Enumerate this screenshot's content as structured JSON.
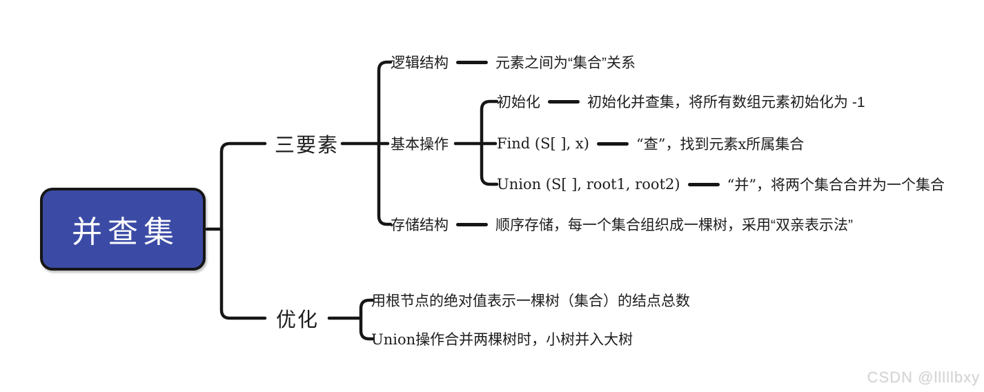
{
  "root": {
    "label": "并查集"
  },
  "branches": {
    "three_elements": {
      "label": "三要素",
      "children": {
        "logical": {
          "label": "逻辑结构",
          "desc": "元素之间为“集合”关系"
        },
        "basic_ops": {
          "label": "基本操作",
          "children": {
            "init": {
              "label": "初始化",
              "desc": "初始化并查集，将所有数组元素初始化为 -1"
            },
            "find": {
              "label": "Find (S[ ], x)",
              "desc": "“查”，找到元素x所属集合"
            },
            "union": {
              "label": "Union (S[ ], root1, root2)",
              "desc": "“并”，将两个集合合并为一个集合"
            }
          }
        },
        "storage": {
          "label": "存储结构",
          "desc": "顺序存储，每一个集合组织成一棵树，采用“双亲表示法”"
        }
      }
    },
    "optimization": {
      "label": "优化",
      "children": {
        "size_rule": {
          "label": "用根节点的绝对值表示一棵树（集合）的结点总数"
        },
        "merge_rule": {
          "label": "Union操作合并两棵树时，小树并入大树"
        }
      }
    }
  },
  "watermark": {
    "text": "CSDN @lllllbxy"
  },
  "colors": {
    "root_fill": "#3B4BA5",
    "root_border": "#161616",
    "root_text": "#FFFFFF",
    "line": "#161616",
    "watermark_text": "#D4D4D4"
  }
}
